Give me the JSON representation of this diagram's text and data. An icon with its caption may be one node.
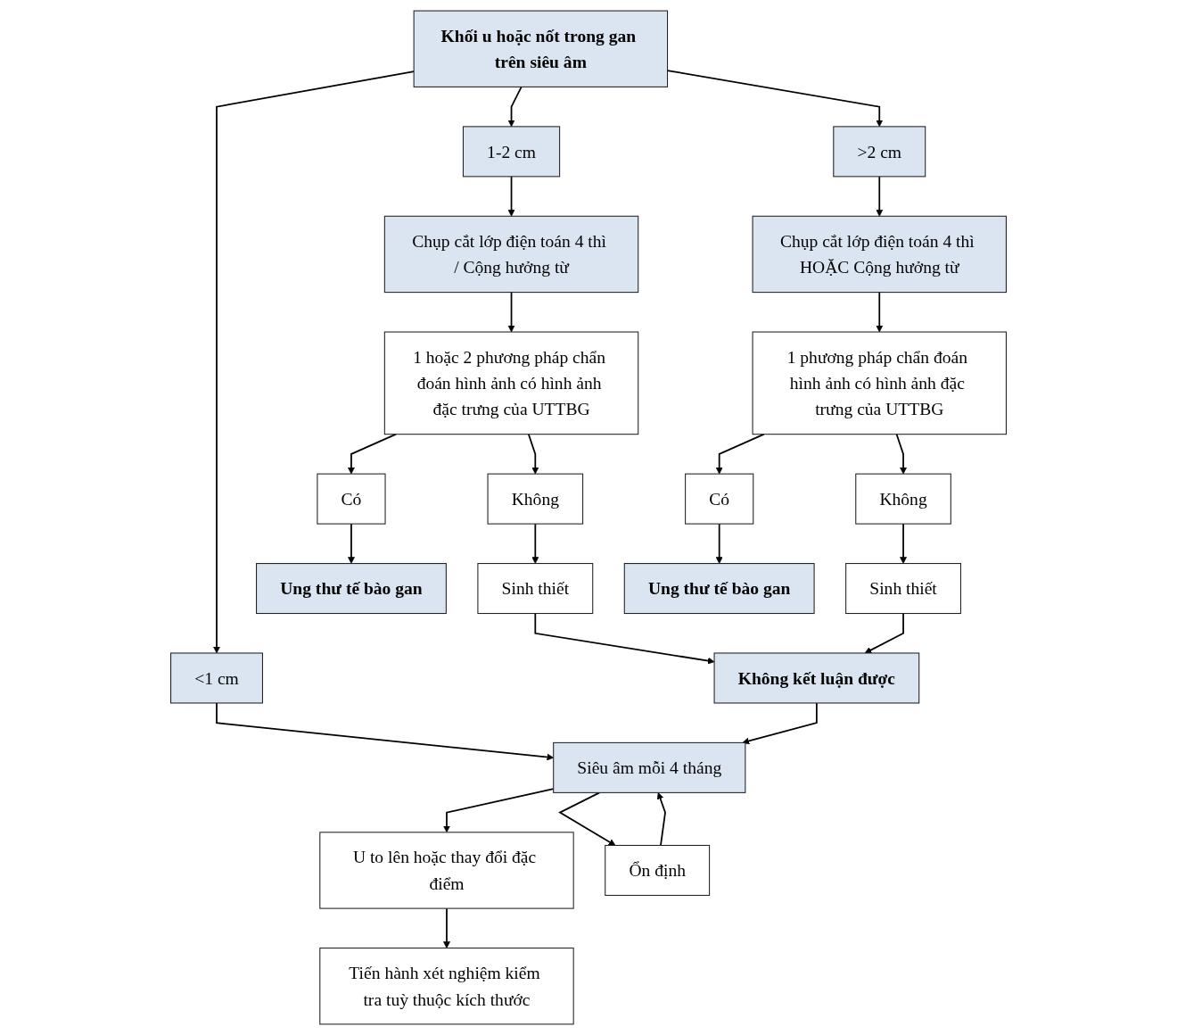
{
  "diagram": {
    "nodes": [
      {
        "text": [
          "Khối u hoặc nốt trong gan trên siêu âm"
        ]
      },
      {
        "text": [
          "<1 cm"
        ]
      },
      {
        "text": [
          "1-2 cm"
        ]
      },
      {
        "text": [
          ">2 cm"
        ]
      },
      {
        "text": [
          "Siêu âm mỗi 4 tháng"
        ]
      },
      {
        "text": [
          "Chụp cắt lớp điện toán 4 thì / Cộng hưởng từ"
        ]
      },
      {
        "text": [
          "Chụp cắt lớp điện toán 4 thì HOẶC Cộng hưởng từ"
        ]
      },
      {
        "text": [
          "U to lên hoặc thay đổi đặc điểm"
        ]
      },
      {
        "text": [
          "Ổn định"
        ]
      },
      {
        "text": [
          "1 hoặc 2 phương pháp chẩn đoán hình ảnh có hình ảnh đặc trưng của UTTBG"
        ]
      },
      {
        "text": [
          "1 phương pháp chẩn đoán hình ảnh có hình ảnh đặc trưng của UTTBG"
        ]
      },
      {
        "text": [
          "Tiến hành xét nghiệm kiểm tra tuỳ thuộc kích thước"
        ]
      },
      {
        "text": [
          "Có"
        ]
      },
      {
        "text": [
          "Không"
        ]
      },
      {
        "text": [
          "Có"
        ]
      },
      {
        "text": [
          "Không"
        ]
      },
      {
        "text": [
          "Ung thư tế bào gan"
        ]
      },
      {
        "text": [
          "Sinh thiết"
        ]
      },
      {
        "text": [
          "Ung thư tế bào gan"
        ]
      },
      {
        "text": [
          "Sinh thiết"
        ]
      },
      {
        "text": [
          "Không kết luận được"
        ]
      }
    ],
    "edges": [
      {
        "from": 0,
        "to": 1,
        "arrow": "to"
      },
      {
        "from": 0,
        "to": 2,
        "arrow": "to"
      },
      {
        "from": 0,
        "to": 3,
        "arrow": "to"
      },
      {
        "from": 1,
        "to": 4,
        "arrow": "to"
      },
      {
        "from": 2,
        "to": 5,
        "arrow": "to"
      },
      {
        "from": 3,
        "to": 6,
        "arrow": "to"
      },
      {
        "from": 4,
        "to": 7,
        "arrow": "to"
      },
      {
        "from": 4,
        "to": 8,
        "arrow": "to"
      },
      {
        "from": 8,
        "to": 4,
        "arrow": "to"
      },
      {
        "from": 7,
        "to": 11,
        "arrow": "to"
      },
      {
        "from": 5,
        "to": 9,
        "arrow": "to"
      },
      {
        "from": 6,
        "to": 10,
        "arrow": "to"
      },
      {
        "from": 9,
        "to": 12,
        "arrow": "to"
      },
      {
        "from": 9,
        "to": 13,
        "arrow": "to"
      },
      {
        "from": 10,
        "to": 14,
        "arrow": "to"
      },
      {
        "from": 10,
        "to": 15,
        "arrow": "to"
      },
      {
        "from": 12,
        "to": 16,
        "arrow": "to"
      },
      {
        "from": 13,
        "to": 17,
        "arrow": "to"
      },
      {
        "from": 14,
        "to": 18,
        "arrow": "to"
      },
      {
        "from": 15,
        "to": 19,
        "arrow": "to"
      },
      {
        "from": 17,
        "to": 20,
        "arrow": "to"
      },
      {
        "from": 19,
        "to": 20,
        "arrow": "to"
      },
      {
        "from": 20,
        "to": 4,
        "arrow": "to"
      }
    ]
  }
}
